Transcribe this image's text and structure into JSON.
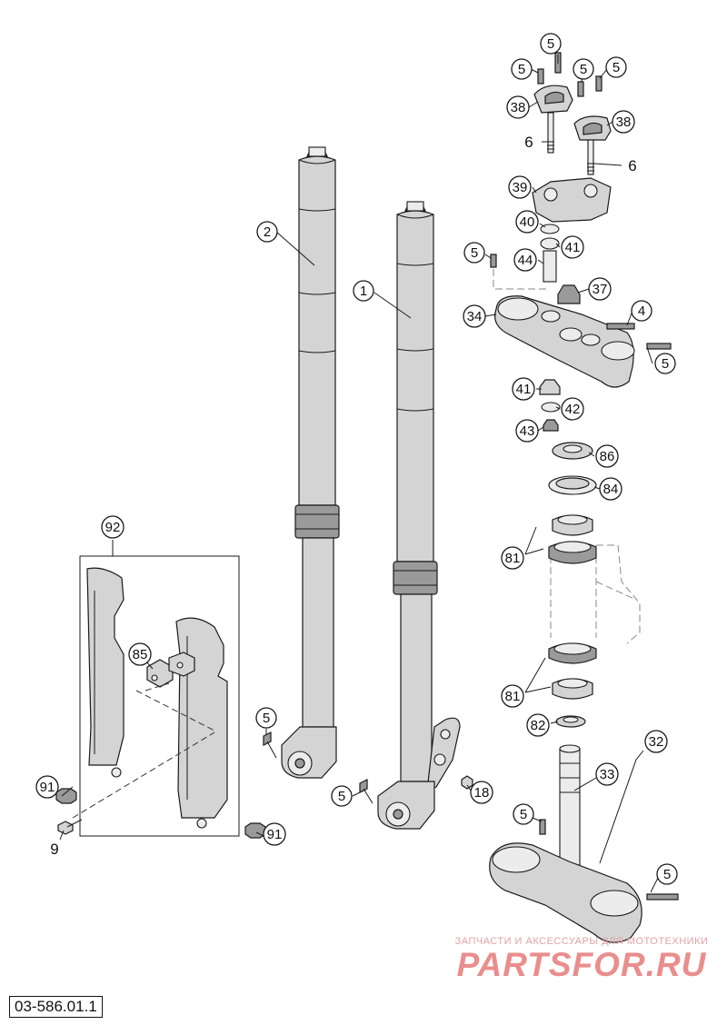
{
  "document_code": "03-586.01.1",
  "watermark": {
    "tagline": "ЗАПЧАСТИ И АКСЕССУАРЫ ДЛЯ МОТОТЕХНИКИ",
    "brand": "PARTSFOR.RU"
  },
  "callouts": {
    "c1": "1",
    "c2": "2",
    "c4": "4",
    "c5a": "5",
    "c5b": "5",
    "c5c": "5",
    "c5d": "5",
    "c5e": "5",
    "c5f": "5",
    "c5g": "5",
    "c5h": "5",
    "c5i": "5",
    "c5j": "5",
    "c6a": "6",
    "c6b": "6",
    "c9": "9",
    "c18": "18",
    "c32": "32",
    "c33": "33",
    "c34": "34",
    "c37": "37",
    "c38a": "38",
    "c38b": "38",
    "c39": "39",
    "c40": "40",
    "c41a": "41",
    "c41b": "41",
    "c42": "42",
    "c43": "43",
    "c44": "44",
    "c81a": "81",
    "c81b": "81",
    "c82": "82",
    "c84": "84",
    "c85": "85",
    "c86": "86",
    "c91a": "91",
    "c91b": "91",
    "c92": "92"
  },
  "colors": {
    "line": "#1a1a1a",
    "part_fill": "#d4d4d4",
    "watermark": "#ea8d8d"
  }
}
